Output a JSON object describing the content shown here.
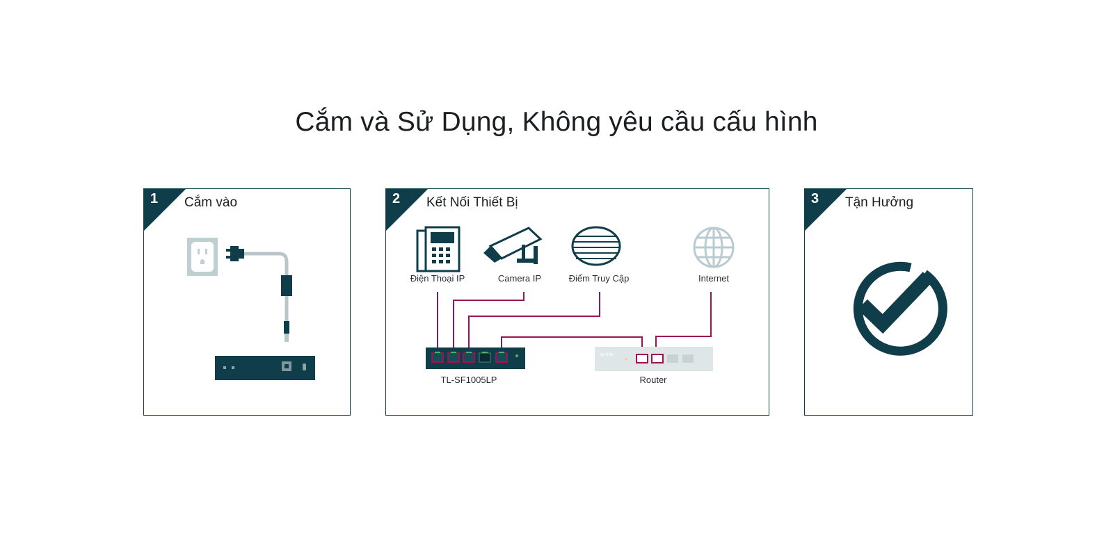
{
  "heading": "Cắm và Sử Dụng, Không yêu cầu cấu hình",
  "steps": [
    {
      "number": "1",
      "title": "Cắm vào"
    },
    {
      "number": "2",
      "title": "Kết Nối Thiết Bị"
    },
    {
      "number": "3",
      "title": "Tận Hưởng"
    }
  ],
  "diagram": {
    "devices": [
      "Điện Thoại IP",
      "Camera IP",
      "Điểm Truy Cập",
      "Internet"
    ],
    "switch_label": "TL-SF1005LP",
    "router_label": "Router",
    "router_brand": "tp-link"
  },
  "colors": {
    "accent": "#0f3e4a",
    "cable": "#9a1454",
    "muted_icon": "#b9cbcf"
  },
  "icons": [
    "wall-outlet-icon",
    "power-plug-icon",
    "ip-phone-icon",
    "ip-camera-icon",
    "access-point-icon",
    "globe-icon",
    "checkmark-circle-icon"
  ]
}
